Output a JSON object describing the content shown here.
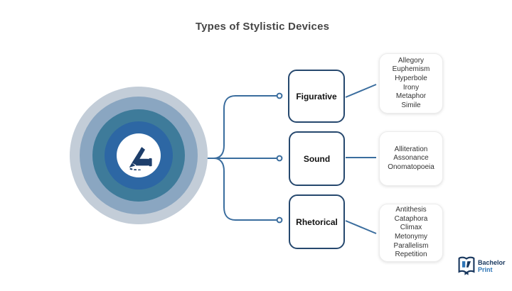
{
  "title": "Types of Stylistic Devices",
  "hub": {
    "icon": "writing-hand-icon"
  },
  "branches": [
    {
      "label": "Figurative",
      "examples": [
        "Allegory",
        "Euphemism",
        "Hyperbole",
        "Irony",
        "Metaphor",
        "Simile"
      ]
    },
    {
      "label": "Sound",
      "examples": [
        "Alliteration",
        "Assonance",
        "Onomatopoeia"
      ]
    },
    {
      "label": "Rhetorical",
      "examples": [
        "Antithesis",
        "Cataphora",
        "Climax",
        "Metonymy",
        "Parallelism",
        "Repetition"
      ]
    }
  ],
  "logo": {
    "brand_top": "Bachelor",
    "brand_bottom": "Print",
    "icon": "open-book-icon"
  },
  "colors": {
    "ring_outer": "#c3cdd8",
    "ring_2": "#8aa6c1",
    "ring_3": "#3e7b9a",
    "ring_inner": "#2d67a4",
    "connector": "#3a6d9e",
    "category_border": "#26486e",
    "title_text": "#464646",
    "example_text": "#333333",
    "logo_navy": "#17365d",
    "logo_blue": "#2e75b6"
  }
}
